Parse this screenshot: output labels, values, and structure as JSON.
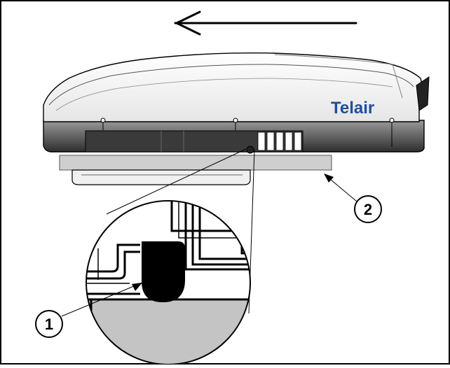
{
  "figure": {
    "brand_label": "Telair",
    "callouts": [
      {
        "number": "1"
      },
      {
        "number": "2"
      }
    ],
    "colors": {
      "brand": "#1f4f9c",
      "outline": "#000000",
      "plate": "#cfcfcf",
      "seal": "#000000",
      "body_dark": "#3a3a3a",
      "body_light": "#f4f4f4"
    },
    "icons": [
      "arrow-left-icon"
    ]
  }
}
